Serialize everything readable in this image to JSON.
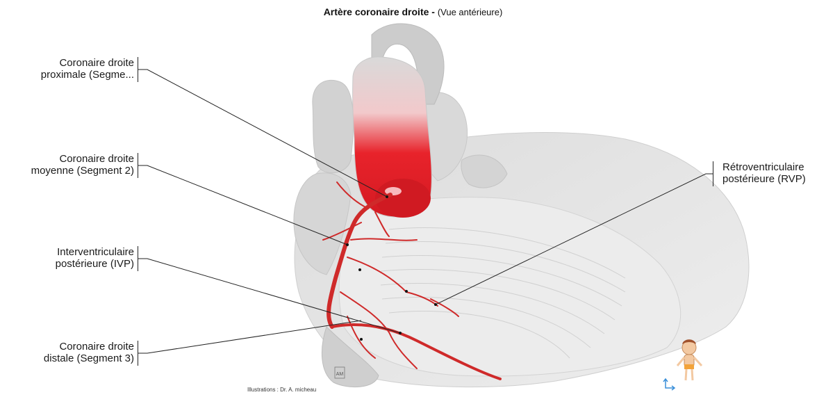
{
  "title": {
    "main": "Artère coronaire droite -",
    "sub": "(Vue antérieure)"
  },
  "labels": {
    "left": [
      {
        "id": "proximal",
        "line1": "Coronaire droite",
        "line2": "proximale (Segme..."
      },
      {
        "id": "moyenne",
        "line1": "Coronaire droite",
        "line2": "moyenne (Segment 2)"
      },
      {
        "id": "ivp",
        "line1": "Interventriculaire",
        "line2": "postérieure (IVP)"
      },
      {
        "id": "distale",
        "line1": "Coronaire droite",
        "line2": "distale (Segment 3)"
      }
    ],
    "right": [
      {
        "id": "rvp",
        "line1": "Rétroventriculaire",
        "line2": "postérieure (RVP)"
      }
    ]
  },
  "credit": "Illustrations : Dr. A. micheau",
  "logo": "AM",
  "colors": {
    "artery": "#d42a2a",
    "heart": "#e4e4e4",
    "highlight": "#e8232b"
  }
}
